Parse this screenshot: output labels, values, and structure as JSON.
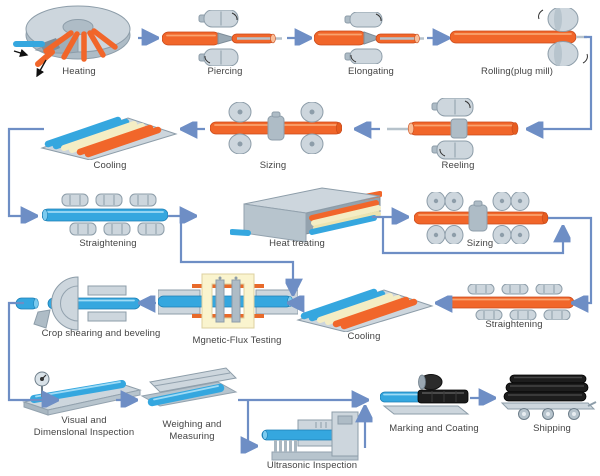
{
  "colors": {
    "connector_blue": "#6E8EC5",
    "pipe_orange": "#F1662A",
    "pipe_blue": "#35A7DF",
    "pipe_cream": "#F4EDC4",
    "machine_gray": "#CDD6DD",
    "mft_frame_yellow": "#FAF4CE",
    "coated_pipe_black": "#1D1D1D",
    "label_text": "#444444",
    "background": "#FFFFFF"
  },
  "stations": [
    {
      "id": "heating",
      "label": "Heating"
    },
    {
      "id": "piercing",
      "label": "Piercing"
    },
    {
      "id": "elongating",
      "label": "Elongating"
    },
    {
      "id": "rolling-plug-mill",
      "label": "Rolling(plug mill)"
    },
    {
      "id": "reeling",
      "label": "Reeling"
    },
    {
      "id": "sizing-1",
      "label": "Sizing"
    },
    {
      "id": "cooling-1",
      "label": "Cooling"
    },
    {
      "id": "straightening-1",
      "label": "Straightening"
    },
    {
      "id": "heat-treating",
      "label": "Heat treating"
    },
    {
      "id": "sizing-2",
      "label": "Sizing"
    },
    {
      "id": "straightening-2",
      "label": "Straightening"
    },
    {
      "id": "cooling-2",
      "label": "Cooling"
    },
    {
      "id": "magnetic-flux-testing",
      "label": "Mgnetic-Flux Testing"
    },
    {
      "id": "crop-shearing",
      "label": "Crop shearing and beveling"
    },
    {
      "id": "visual-inspection",
      "label": "Visual and",
      "label2": "Dimenslonal Inspection"
    },
    {
      "id": "weighing",
      "label": "Weighing and",
      "label2": "Measuring"
    },
    {
      "id": "ultrasonic-inspection",
      "label": "Ultrasonic Inspection"
    },
    {
      "id": "marking-coating",
      "label": "Marking and Coating"
    },
    {
      "id": "shipping",
      "label": "Shipping"
    }
  ]
}
